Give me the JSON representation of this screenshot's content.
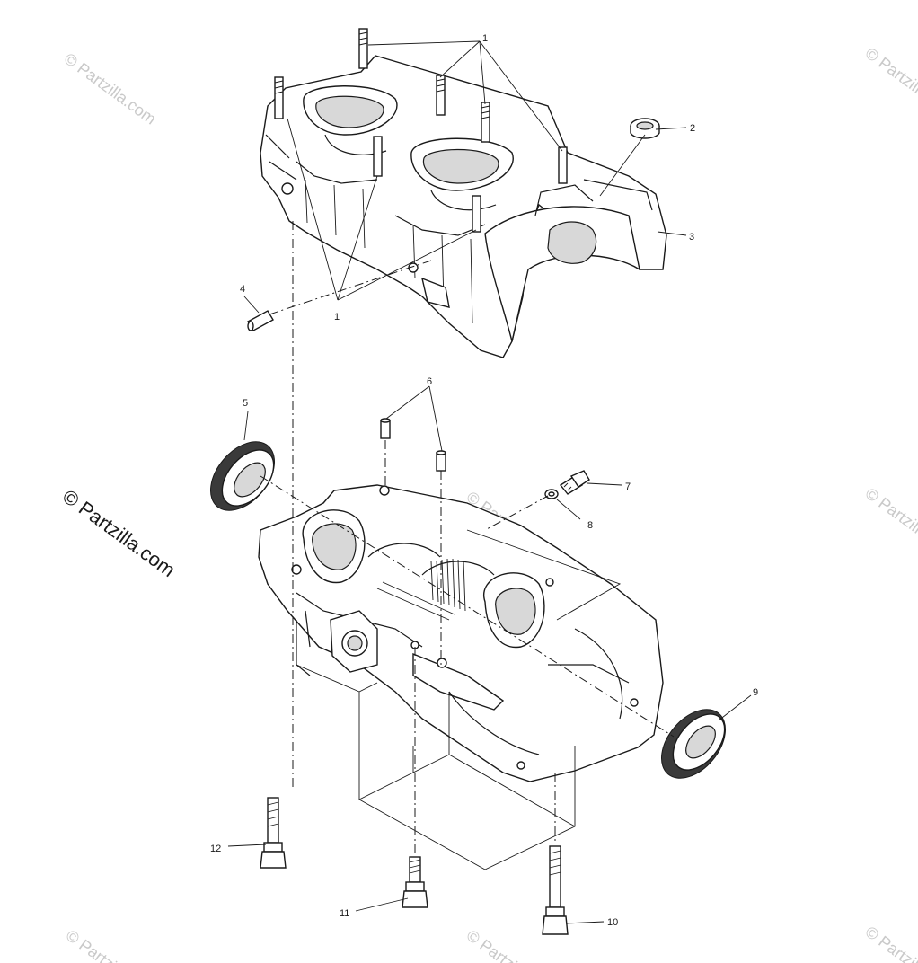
{
  "watermark": {
    "main": "© Partzilla.com",
    "faint": "© Partzilla.com"
  },
  "callouts": [
    {
      "id": "c1a",
      "label": "1"
    },
    {
      "id": "c2",
      "label": "2"
    },
    {
      "id": "c3",
      "label": "3"
    },
    {
      "id": "c4",
      "label": "4"
    },
    {
      "id": "c1b",
      "label": "1"
    },
    {
      "id": "c5",
      "label": "5"
    },
    {
      "id": "c6",
      "label": "6"
    },
    {
      "id": "c7",
      "label": "7"
    },
    {
      "id": "c8",
      "label": "8"
    },
    {
      "id": "c9",
      "label": "9"
    },
    {
      "id": "c12",
      "label": "12"
    },
    {
      "id": "c11",
      "label": "11"
    },
    {
      "id": "c10",
      "label": "10"
    }
  ]
}
